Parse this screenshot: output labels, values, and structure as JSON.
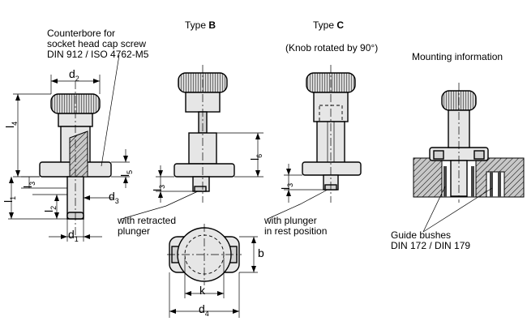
{
  "labels": {
    "counterbore_line1": "Counterbore for",
    "counterbore_line2": "socket head cap screw",
    "counterbore_line3": "DIN 912 / ISO 4762-M5",
    "type_b_prefix": "Type ",
    "type_b_letter": "B",
    "type_c_prefix": "Type ",
    "type_c_letter": "C",
    "type_c_note": "(Knob rotated by 90°)",
    "mounting_title": "Mounting information",
    "retracted_line1": "with retracted",
    "retracted_line2": "plunger",
    "rest_line1": "with plunger",
    "rest_line2": "in rest position",
    "bushes_line1": "Guide bushes",
    "bushes_line2": "DIN 172 / DIN 179"
  },
  "dimensions": {
    "d2": {
      "sym": "d",
      "sub": "2"
    },
    "l4": {
      "sym": "l",
      "sub": "4"
    },
    "l5": {
      "sym": "l",
      "sub": "5"
    },
    "l3a": {
      "sym": "l",
      "sub": "3"
    },
    "l1": {
      "sym": "l",
      "sub": "1"
    },
    "l2": {
      "sym": "l",
      "sub": "2"
    },
    "d3": {
      "sym": "d",
      "sub": "3"
    },
    "d1": {
      "sym": "d",
      "sub": "1"
    },
    "l3b": {
      "sym": "l",
      "sub": "3"
    },
    "l6": {
      "sym": "l",
      "sub": "6"
    },
    "l3c": {
      "sym": "l",
      "sub": "3"
    },
    "b": {
      "sym": "b",
      "sub": ""
    },
    "k": {
      "sym": "k",
      "sub": ""
    },
    "d4": {
      "sym": "d",
      "sub": "4"
    }
  }
}
